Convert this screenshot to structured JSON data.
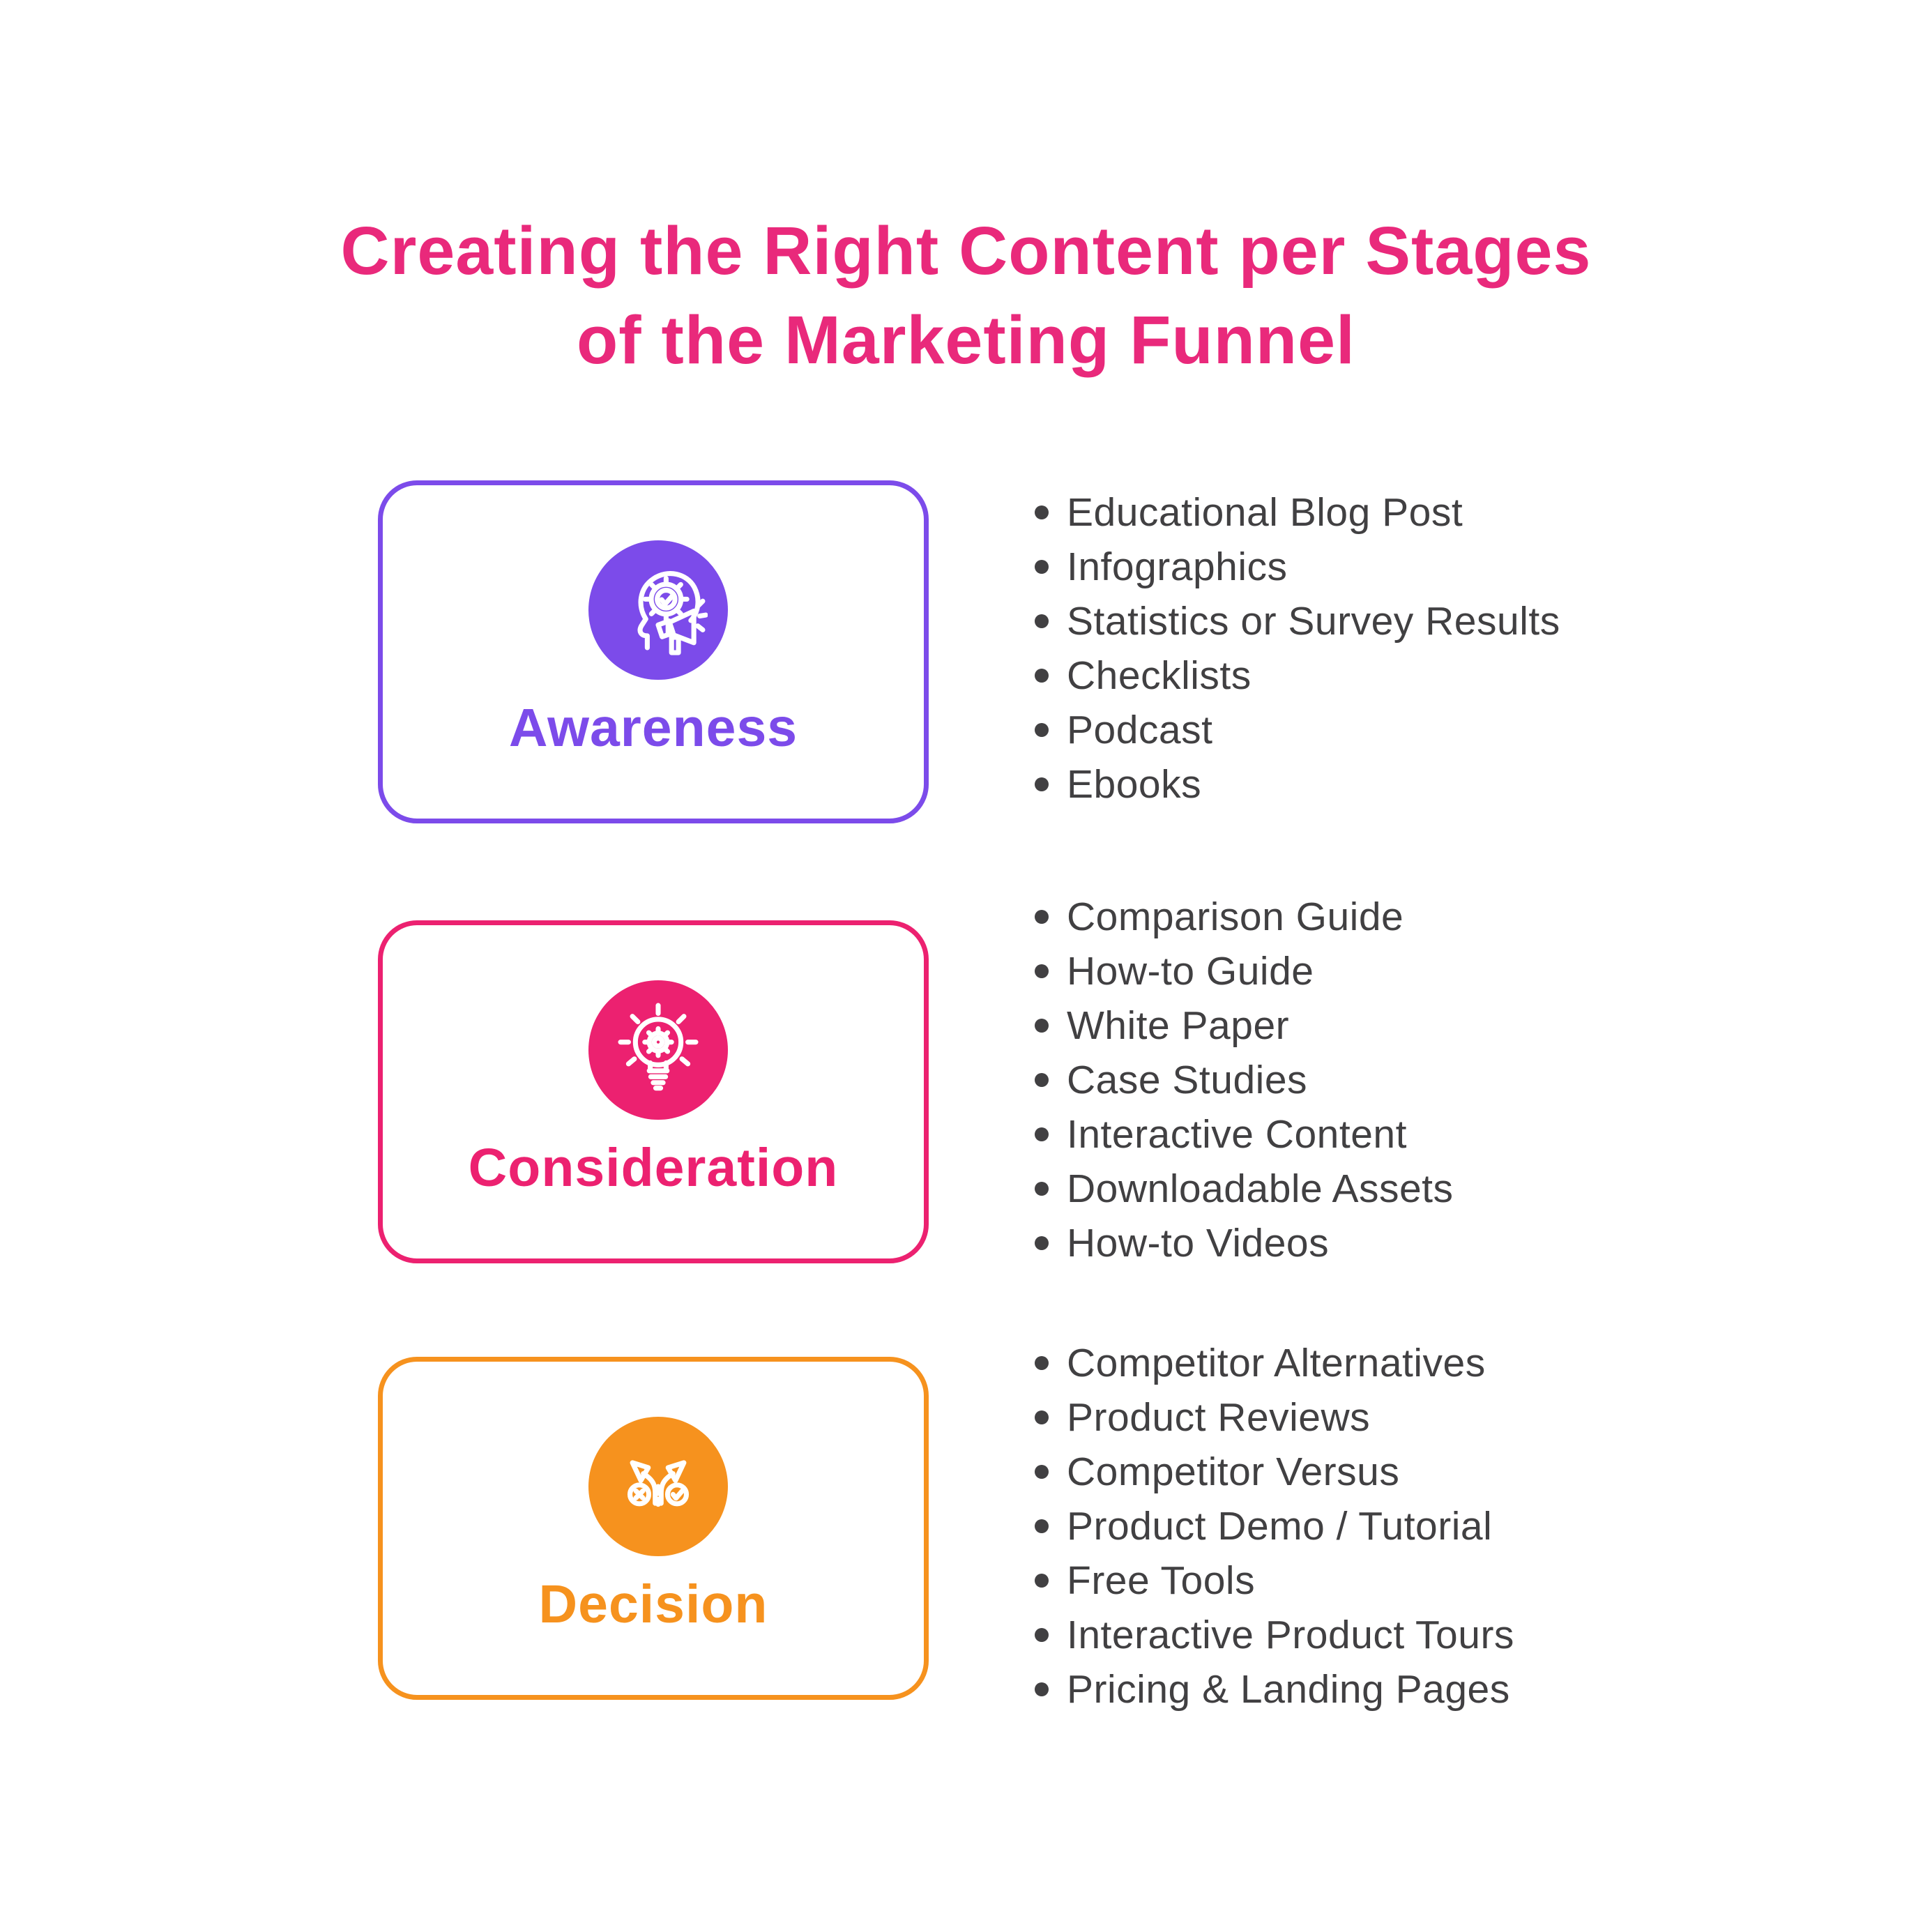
{
  "title": {
    "line1": "Creating the Right Content per Stages",
    "line2": "of the Marketing Funnel",
    "color": "#E9297B"
  },
  "bullet_text_color": "#414042",
  "stages": [
    {
      "label": "Awareness",
      "color": "#7C4BEA",
      "icon": "head-gear-megaphone-icon",
      "items": [
        "Educational Blog Post",
        "Infographics",
        "Statistics or Survey Results",
        "Checklists",
        "Podcast",
        "Ebooks"
      ]
    },
    {
      "label": "Consideration",
      "color": "#EC2170",
      "icon": "lightbulb-gear-icon",
      "items": [
        "Comparison Guide",
        "How-to Guide",
        "White Paper",
        "Case Studies",
        "Interactive Content",
        "Downloadable Assets",
        "How-to Videos"
      ]
    },
    {
      "label": "Decision",
      "color": "#F6921E",
      "icon": "diverging-arrows-icon",
      "items": [
        "Competitor Alternatives",
        "Product Reviews",
        "Competitor Versus",
        "Product Demo / Tutorial",
        "Free Tools",
        "Interactive Product Tours",
        "Pricing & Landing Pages"
      ]
    }
  ]
}
